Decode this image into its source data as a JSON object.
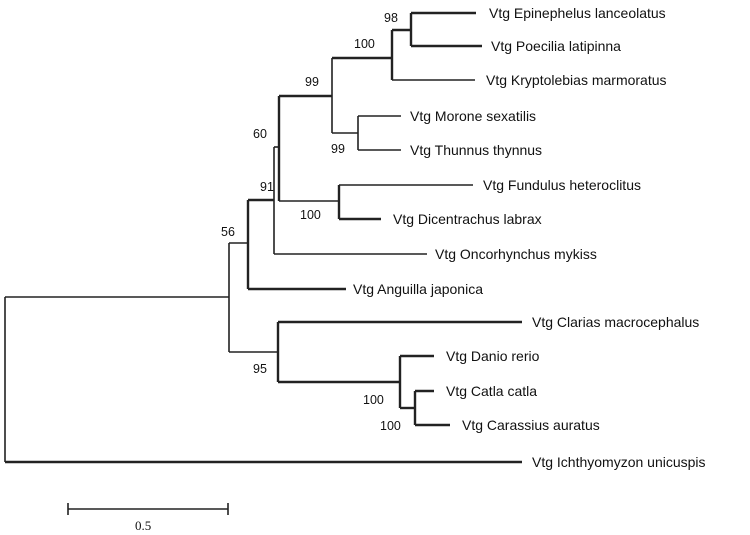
{
  "taxa": [
    "Vtg Epinephelus lanceolatus",
    "Vtg Poecilia latipinna",
    "Vtg Kryptolebias marmoratus",
    "Vtg Morone sexatilis",
    "Vtg Thunnus thynnus",
    "Vtg Fundulus heteroclitus",
    "Vtg Dicentrachus labrax",
    "Vtg Oncorhynchus mykiss",
    "Vtg Anguilla japonica",
    "Vtg Clarias macrocephalus",
    "Vtg Danio rerio",
    "Vtg Catla catla",
    "Vtg Carassius auratus",
    "Vtg Ichthyomyzon unicuspis"
  ],
  "support_values": [
    "98",
    "100",
    "99",
    "99",
    "60",
    "100",
    "91",
    "56",
    "95",
    "100",
    "100"
  ],
  "scale_bar": {
    "label": "0.5"
  }
}
